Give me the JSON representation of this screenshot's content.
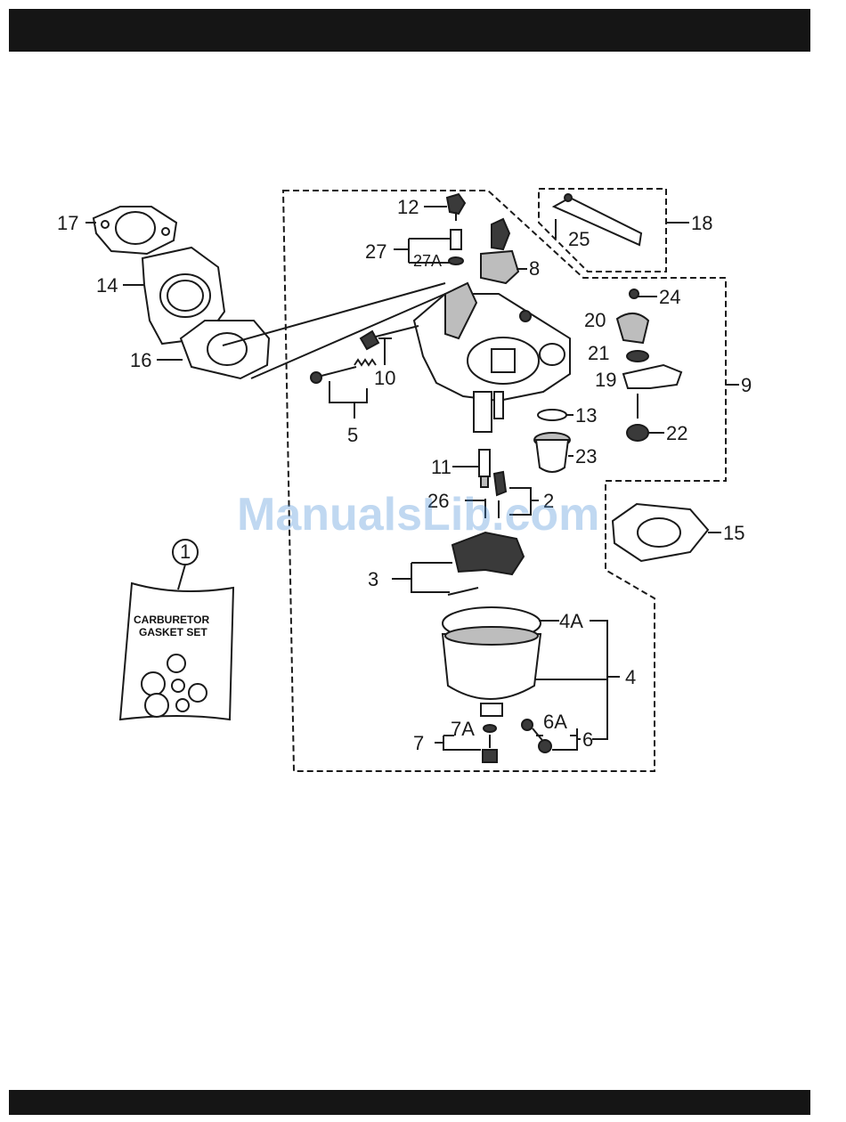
{
  "page": {
    "header_bar": "",
    "footer_bar": ""
  },
  "kit": {
    "number": "1",
    "line1": "CARBURETOR",
    "line2": "GASKET SET"
  },
  "callouts": {
    "c1": "1",
    "c2": "2",
    "c3": "3",
    "c4": "4",
    "c4A": "4A",
    "c5": "5",
    "c6": "6",
    "c6A": "6A",
    "c7": "7",
    "c7A": "7A",
    "c8": "8",
    "c9": "9",
    "c10": "10",
    "c11": "11",
    "c12": "12",
    "c13": "13",
    "c14": "14",
    "c15": "15",
    "c16": "16",
    "c17": "17",
    "c18": "18",
    "c19": "19",
    "c20": "20",
    "c21": "21",
    "c22": "22",
    "c23": "23",
    "c24": "24",
    "c25": "25",
    "c26": "26",
    "c27": "27",
    "c27A": "27A"
  },
  "watermark": "ManualsLib.com",
  "colors": {
    "bar": "#151515",
    "ink": "#1a1a1a",
    "watermark": "#4a8fd8"
  }
}
